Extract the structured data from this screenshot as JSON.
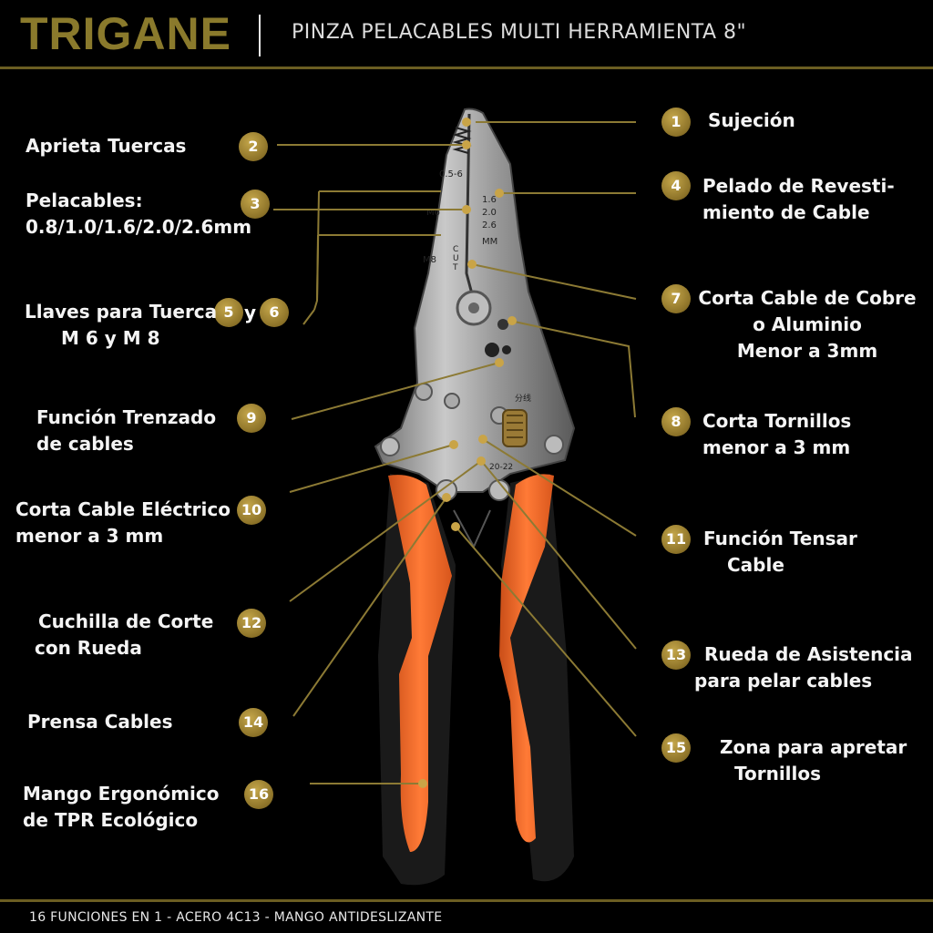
{
  "header": {
    "brand": "TRIGANE",
    "subtitle": "PINZA PELACABLES MULTI HERRAMIENTA 8\""
  },
  "footer": {
    "text": "16 FUNCIONES  EN 1 - ACERO 4C13 - MANGO ANTIDESLIZANTE"
  },
  "colors": {
    "accent": "#8a7a2c",
    "badge": "#9c8130",
    "handle_orange": "#f26a2a",
    "background": "#000000"
  },
  "features": [
    {
      "num": "1",
      "lines": [
        "Sujeción"
      ]
    },
    {
      "num": "2",
      "lines": [
        "Aprieta Tuercas"
      ]
    },
    {
      "num": "3",
      "lines": [
        "Pelacables:",
        "0.8/1.0/1.6/2.0/2.6mm"
      ]
    },
    {
      "num": "4",
      "lines": [
        "Pelado de Revesti-",
        "miento de Cable"
      ]
    },
    {
      "num": "5",
      "lines": [
        "Llaves para Tuerca",
        "M 6 y M 8"
      ]
    },
    {
      "num": "6",
      "lines": []
    },
    {
      "num": "7",
      "lines": [
        "Corta Cable de Cobre",
        "o Aluminio",
        "Menor a  3mm"
      ]
    },
    {
      "num": "8",
      "lines": [
        "Corta Tornillos",
        "menor a 3 mm"
      ]
    },
    {
      "num": "9",
      "lines": [
        "Función Trenzado",
        "de cables"
      ]
    },
    {
      "num": "10",
      "lines": [
        "Corta Cable Eléctrico",
        "menor a 3 mm"
      ]
    },
    {
      "num": "11",
      "lines": [
        "Función Tensar",
        "Cable"
      ]
    },
    {
      "num": "12",
      "lines": [
        "Cuchilla de Corte",
        "con Rueda"
      ]
    },
    {
      "num": "13",
      "lines": [
        "Rueda de Asistencia",
        "para pelar cables"
      ]
    },
    {
      "num": "14",
      "lines": [
        "Prensa Cables"
      ]
    },
    {
      "num": "15",
      "lines": [
        "Zona para apretar",
        "Tornillos"
      ]
    },
    {
      "num": "16",
      "lines": [
        "Mango Ergonómico",
        "de TPR Ecológico"
      ]
    }
  ],
  "five_six_joiner": "y",
  "tool_markings": {
    "gauge_top": "0.5-6",
    "sizes": [
      "1.6",
      "2.0",
      "2.6"
    ],
    "unit": "MM",
    "m6": "M6",
    "m8": "M8",
    "cut": [
      "C",
      "U",
      "T"
    ],
    "crimp": "20-22",
    "split": "分线"
  }
}
